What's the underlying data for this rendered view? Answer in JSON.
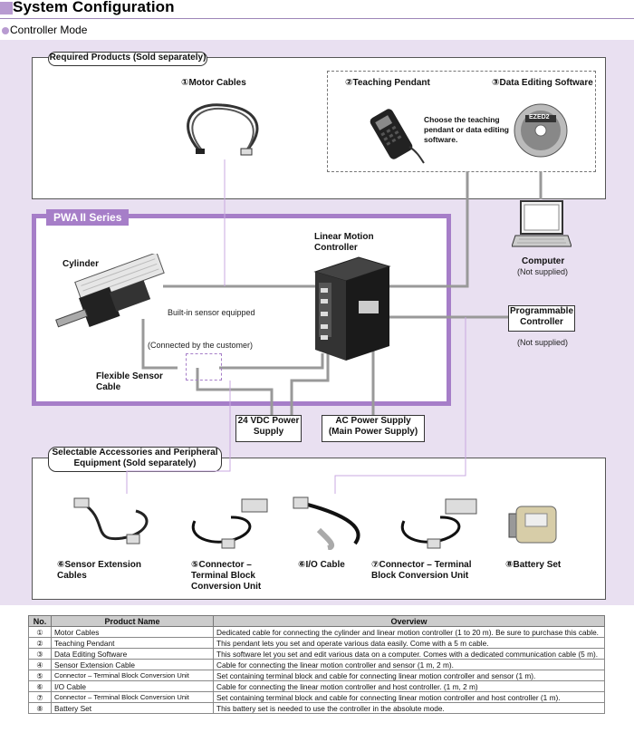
{
  "header": {
    "title": "System Configuration",
    "mode": "Controller Mode"
  },
  "required": {
    "heading": "Required Products (Sold separately)",
    "motor_cables": "①Motor Cables",
    "teaching_pendant": "②Teaching Pendant",
    "data_software": "③Data Editing Software",
    "choose_note": "Choose the teaching pendant or data editing software.",
    "cd_label": "EZED2"
  },
  "pwa": {
    "series": "PWA",
    "series_roman": "II",
    "series_suffix": "Series",
    "cylinder": "Cylinder",
    "controller": "Linear Motion Controller",
    "sensor_note": "Built-in sensor equipped",
    "connected_note": "(Connected by the customer)",
    "flex_cable": "Flexible Sensor Cable"
  },
  "external": {
    "computer": "Computer",
    "computer_note": "(Not supplied)",
    "plc": "Programmable Controller",
    "plc_note": "(Not supplied)",
    "power24": "24 VDC Power Supply",
    "ac_power": "AC Power Supply (Main Power Supply)"
  },
  "accessories": {
    "heading": "Selectable Accessories and Peripheral Equipment (Sold separately)",
    "items": [
      "⑥Sensor Extension Cables",
      "⑤Connector – Terminal Block Conversion Unit",
      "⑥I/O Cable",
      "⑦Connector – Terminal Block Conversion Unit",
      "⑧Battery Set"
    ]
  },
  "table": {
    "headers": [
      "No.",
      "Product Name",
      "Overview"
    ],
    "rows": [
      [
        "①",
        "Motor Cables",
        "Dedicated cable for connecting the cylinder and linear motion controller (1 to 20 m). Be sure to purchase this cable."
      ],
      [
        "②",
        "Teaching Pendant",
        "This pendant lets you set and operate various data easily. Come with a 5 m cable."
      ],
      [
        "③",
        "Data Editing Software",
        "This software let you set and edit various data on a computer. Comes with a dedicated communication cable (5 m)."
      ],
      [
        "④",
        "Sensor Extension Cable",
        "Cable for connecting the linear motion controller and sensor (1 m, 2 m)."
      ],
      [
        "⑤",
        "Connector – Terminal Block Conversion Unit",
        "Set containing terminal block and cable for connecting linear motion controller and sensor (1 m)."
      ],
      [
        "⑥",
        "I/O Cable",
        "Cable for connecting the linear motion controller and host controller. (1 m, 2 m)"
      ],
      [
        "⑦",
        "Connector – Terminal Block Conversion Unit",
        "Set containing terminal block and cable for connecting linear motion controller and host controller (1 m)."
      ],
      [
        "⑧",
        "Battery Set",
        "This battery set is needed to use the controller in the absolute mode."
      ]
    ]
  }
}
